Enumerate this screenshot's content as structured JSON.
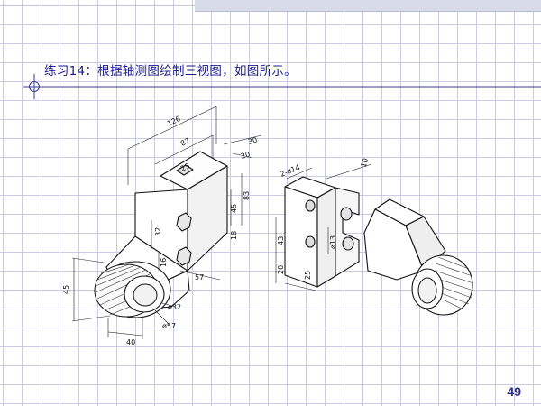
{
  "slide": {
    "title": "练习14：根据轴测图绘制三视图，如图所示。",
    "page_number": "49"
  },
  "drawing": {
    "dimensions": {
      "d126": "126",
      "d87": "87",
      "d30": "30",
      "d25": "25",
      "d20": "20",
      "d45a": "45",
      "d83": "83",
      "d32": "32",
      "d18": "18",
      "d16": "16",
      "d57": "57",
      "d45b": "45",
      "d40": "40",
      "phi32": "ø32",
      "phi57": "ø57",
      "holes": "2-ø14",
      "d10": "10",
      "phi13": "ø13",
      "d43": "43",
      "d20b": "20",
      "d25b": "25"
    }
  }
}
